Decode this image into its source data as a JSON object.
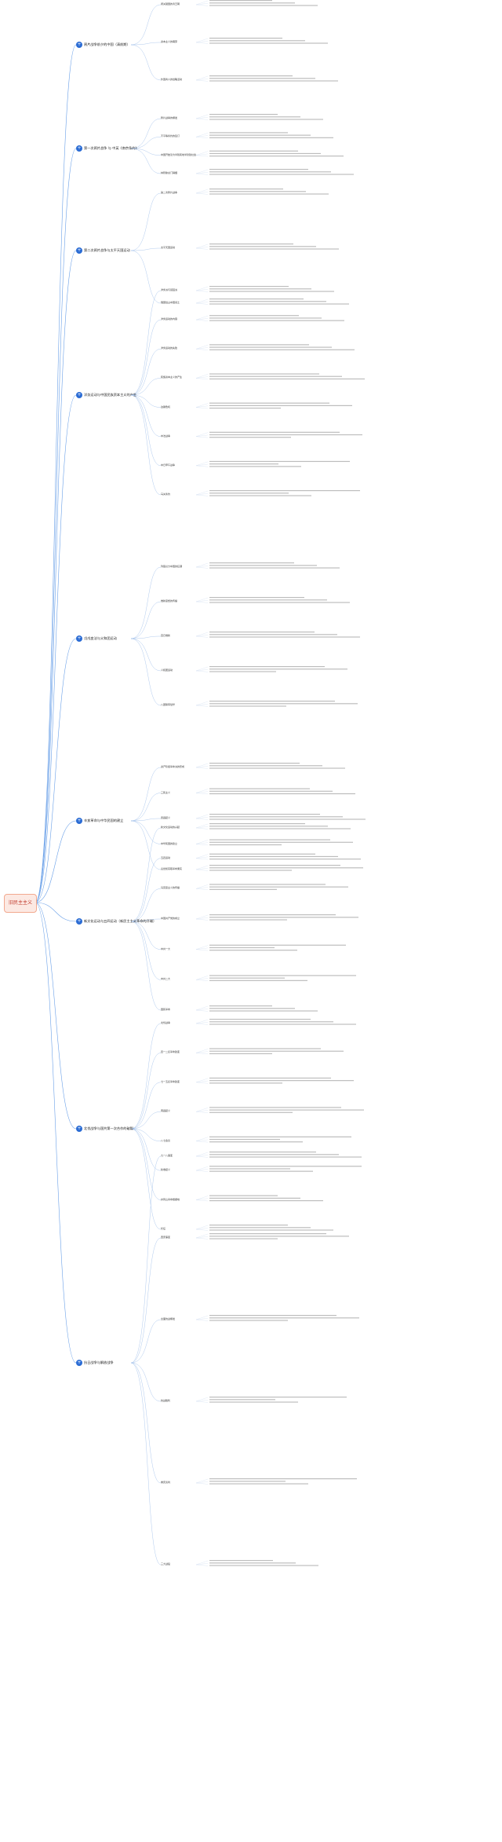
{
  "root": {
    "label": "旧民主主义"
  },
  "branches": [
    {
      "label": "鸦片战争前夕的中国（清前期）",
      "icon": "plus-icon",
      "children": [
        {
          "label": "闭关锁国的清王朝"
        },
        {
          "label": "资本主义的萌芽"
        },
        {
          "label": "外国商人的侵略活动"
        }
      ]
    },
    {
      "label": "第一次鸦片战争 与 中英《南京条约》",
      "icon": "plus-icon",
      "children": [
        {
          "label": "鸦片战争的爆发"
        },
        {
          "label": "不平等条约的签订"
        },
        {
          "label": "中国开始沦为半殖民地半封建社会"
        },
        {
          "label": "林则徐虎门销烟"
        }
      ]
    },
    {
      "label": "第二次鸦片战争与太平天国运动",
      "icon": "plus-icon",
      "children": [
        {
          "label": "第二次鸦片战争"
        },
        {
          "label": "太平天国运动"
        },
        {
          "label": "俄国侵占中国领土"
        }
      ]
    },
    {
      "label": "洋务运动与中国民族资本主义的产生",
      "icon": "plus-icon",
      "children": [
        {
          "label": "洋务派与顽固派"
        },
        {
          "label": "洋务运动的内容"
        },
        {
          "label": "洋务运动的失败"
        },
        {
          "label": "民族资本主义的产生"
        },
        {
          "label": "边疆危机"
        },
        {
          "label": "中法战争"
        },
        {
          "label": "中日甲午战争"
        },
        {
          "label": "马关条约"
        }
      ]
    },
    {
      "label": "戊戌变法与义和团运动",
      "icon": "plus-icon",
      "children": [
        {
          "label": "列强瓜分中国的狂潮"
        },
        {
          "label": "维新思想的传播"
        },
        {
          "label": "百日维新"
        },
        {
          "label": "义和团运动"
        },
        {
          "label": "八国联军侵华"
        }
      ]
    },
    {
      "label": "辛亥革命与中华民国的建立",
      "icon": "plus-icon",
      "children": [
        {
          "label": "资产阶级革命派的形成"
        },
        {
          "label": "三民主义"
        },
        {
          "label": "武昌起义"
        },
        {
          "label": "中华民国的建立"
        },
        {
          "label": "袁世凯窃取革命果实"
        }
      ]
    },
    {
      "label": "新文化运动与五四运动（新民主主义革命的开端）",
      "icon": "plus-icon",
      "children": [
        {
          "label": "新文化运动的兴起"
        },
        {
          "label": "五四运动"
        },
        {
          "label": "马克思主义的传播"
        },
        {
          "label": "中国共产党的成立"
        },
        {
          "label": "中共一大"
        },
        {
          "label": "中共二大"
        },
        {
          "label": "国民革命"
        }
      ]
    },
    {
      "label": "北伐战争与国共第一次合作的破裂",
      "icon": "plus-icon",
      "children": [
        {
          "label": "北伐战争"
        },
        {
          "label": "四一二反革命政变"
        },
        {
          "label": "七一五反革命政变"
        },
        {
          "label": "南昌起义"
        },
        {
          "label": "八七会议"
        },
        {
          "label": "秋收起义"
        },
        {
          "label": "井冈山革命根据地"
        },
        {
          "label": "长征"
        }
      ]
    },
    {
      "label": "抗日战争与解放战争",
      "icon": "plus-icon",
      "children": [
        {
          "label": "九一八事变"
        },
        {
          "label": "西安事变"
        },
        {
          "label": "全面抗战爆发"
        },
        {
          "label": "抗战胜利"
        },
        {
          "label": "重庆谈判"
        },
        {
          "label": "三大战役"
        }
      ]
    }
  ]
}
